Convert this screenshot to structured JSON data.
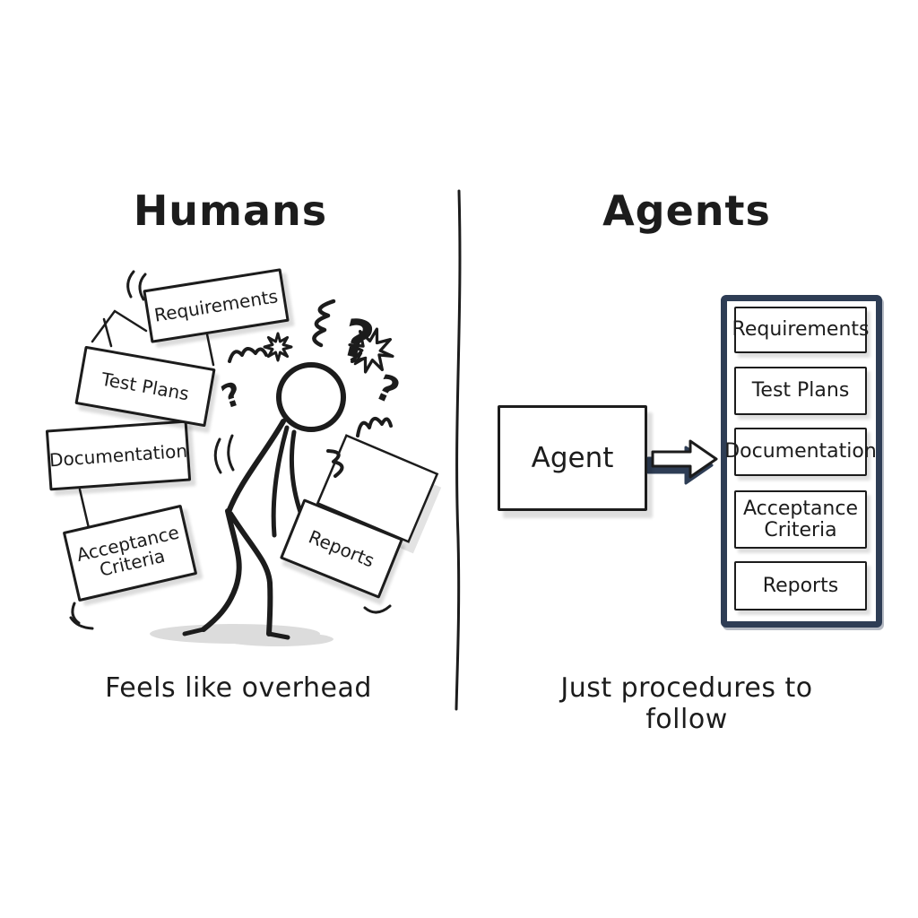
{
  "left": {
    "title": "Humans",
    "caption": "Feels like overhead",
    "boxes": [
      {
        "label": "Requirements"
      },
      {
        "label": "Test Plans"
      },
      {
        "label": "Documentation"
      },
      {
        "label": "Acceptance Criteria"
      },
      {
        "label": "Reports"
      }
    ]
  },
  "right": {
    "title": "Agents",
    "agent_label": "Agent",
    "caption": "Just procedures to follow",
    "stack": [
      {
        "label": "Requirements"
      },
      {
        "label": "Test Plans"
      },
      {
        "label": "Documentation"
      },
      {
        "label": "Acceptance Criteria"
      },
      {
        "label": "Reports"
      }
    ]
  },
  "decorations": {
    "question_mark": "?"
  },
  "colors": {
    "ink": "#1c1c1c",
    "navy": "#2e3d55",
    "paper_shadow": "#dcdcdc"
  }
}
